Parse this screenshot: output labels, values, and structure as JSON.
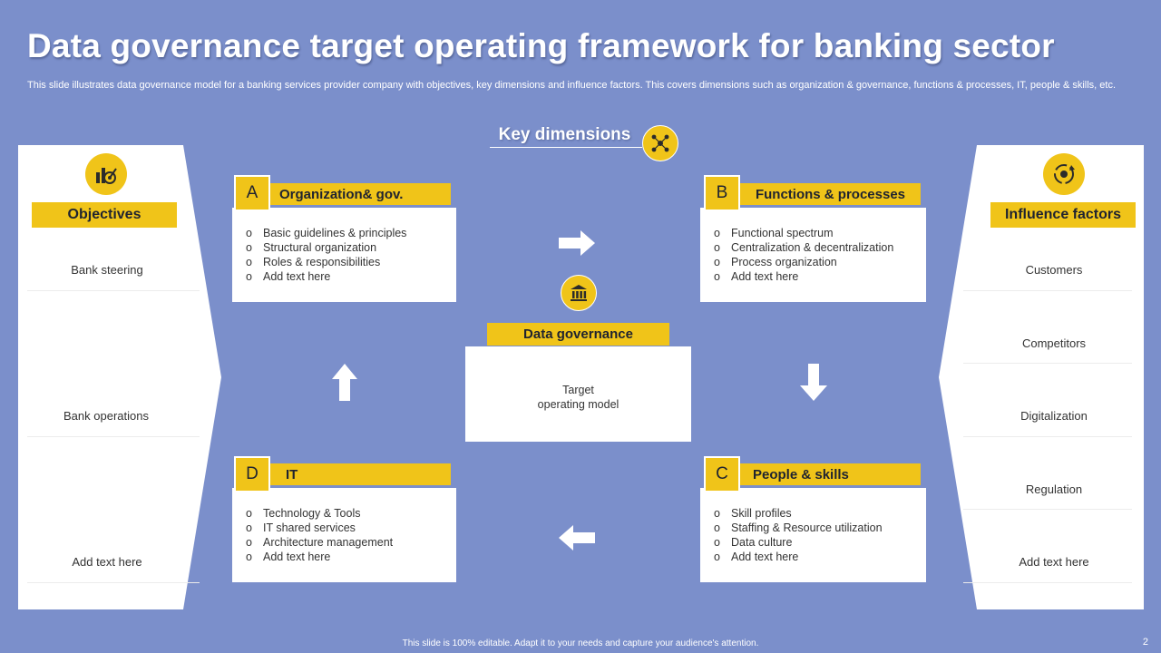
{
  "title": "Data governance target operating framework for banking sector",
  "subtitle": "This slide illustrates data governance model for a banking services provider company with objectives, key dimensions and influence factors. This covers dimensions such as organization & governance, functions & processes, IT, people & skills, etc.",
  "key_dimensions": "Key dimensions",
  "objectives": {
    "heading": "Objectives",
    "items": [
      "Bank steering",
      "Bank operations",
      "Add text here"
    ]
  },
  "influence": {
    "heading": "Influence factors",
    "items": [
      "Customers",
      "Competitors",
      "Digitalization",
      "Regulation",
      "Add text here"
    ]
  },
  "cards": {
    "a": {
      "letter": "A",
      "title": "Organization& gov.",
      "items": [
        "Basic guidelines & principles",
        "Structural organization",
        "Roles & responsibilities",
        "Add text here"
      ]
    },
    "b": {
      "letter": "B",
      "title": "Functions & processes",
      "items": [
        "Functional spectrum",
        "Centralization & decentralization",
        "Process organization",
        "Add text here"
      ]
    },
    "c": {
      "letter": "C",
      "title": "People & skills",
      "items": [
        "Skill profiles",
        "Staffing & Resource utilization",
        "Data culture",
        "Add text here"
      ]
    },
    "d": {
      "letter": "D",
      "title": "IT",
      "items": [
        "Technology & Tools",
        "IT shared services",
        "Architecture management",
        "Add text here"
      ]
    }
  },
  "center": {
    "heading": "Data governance",
    "line1": "Target",
    "line2": "operating model"
  },
  "colors": {
    "background": "#7b8fcb",
    "accent": "#f0c419",
    "panel": "#ffffff"
  },
  "icons": {
    "objectives": "target-chart-icon",
    "influence": "refresh-gear-icon",
    "key_dimensions": "network-nodes-icon",
    "center": "bank-building-icon"
  },
  "footer": "This slide is 100% editable.  Adapt it to your needs and capture your audience's attention.",
  "page_number": "2"
}
